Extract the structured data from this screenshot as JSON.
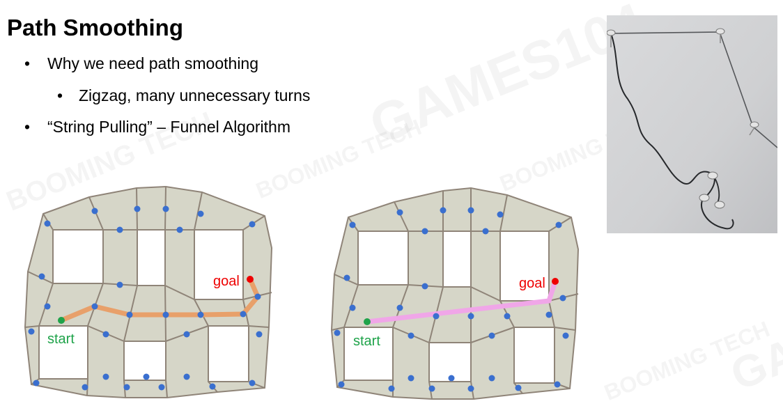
{
  "slide": {
    "title": "Path Smoothing"
  },
  "bullets": [
    {
      "text": "Why we need path smoothing",
      "marker": "•"
    },
    {
      "text": "Zigzag, many unnecessary turns",
      "marker": "•"
    },
    {
      "text": "“String Pulling” – Funnel Algorithm",
      "marker": "•"
    }
  ],
  "watermark": {
    "brand": "GAMES104",
    "studio": "BOOMING TECH"
  },
  "diagrams": {
    "left": {
      "start_label": "start",
      "goal_label": "goal"
    },
    "right": {
      "start_label": "start",
      "goal_label": "goal"
    }
  },
  "colors": {
    "mesh_fill": "#d6d6c8",
    "mesh_edge": "#8f8478",
    "node": "#3a6fcf",
    "zigzag_path": "#e8a06a",
    "smoothed_path": "#f0a6e8",
    "start": "#1fa34a",
    "goal": "#ee0000"
  }
}
